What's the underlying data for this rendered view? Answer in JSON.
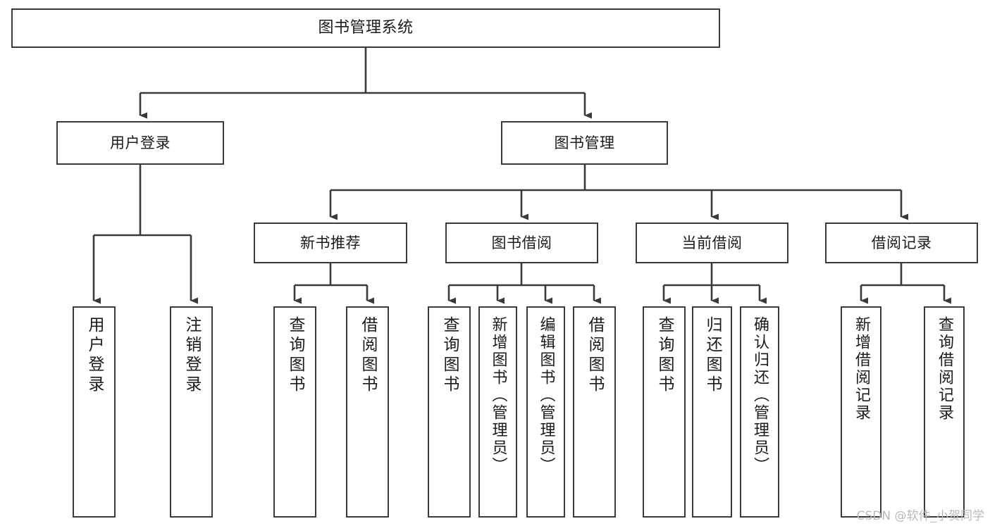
{
  "diagram": {
    "type": "tree-hierarchy-chart",
    "title": "图书管理系统",
    "watermark": "CSDN @软件_小贺同学",
    "colors": {
      "background": "#ffffff",
      "box_border": "#3a3a3a",
      "box_fill": "#ffffff",
      "text": "#1b1b1b",
      "edge": "#3a3a3a",
      "watermark": "#b9b9b9"
    },
    "levels": {
      "level0": "系统",
      "level1": "模块",
      "level2": "子模块",
      "level3": "功能"
    }
  },
  "nodes": {
    "root": {
      "label": "图书管理系统"
    },
    "level1": [
      {
        "id": "user-login",
        "label": "用户登录"
      },
      {
        "id": "book-manage",
        "label": "图书管理"
      }
    ],
    "level2": [
      {
        "id": "new-book-recommend",
        "label": "新书推荐"
      },
      {
        "id": "book-borrow",
        "label": "图书借阅"
      },
      {
        "id": "current-borrow",
        "label": "当前借阅"
      },
      {
        "id": "borrow-record",
        "label": "借阅记录"
      }
    ],
    "leaves": {
      "user_login": [
        {
          "id": "leaf-user-login",
          "label": "用户登录"
        },
        {
          "id": "leaf-logout-login",
          "label": "注销登录"
        }
      ],
      "new_book_recommend": [
        {
          "id": "leaf-query-book-1",
          "label": "查询图书"
        },
        {
          "id": "leaf-borrow-book-1",
          "label": "借阅图书"
        }
      ],
      "book_borrow": [
        {
          "id": "leaf-query-book-2",
          "label": "查询图书"
        },
        {
          "id": "leaf-add-book",
          "label": "新增图书（管理员）"
        },
        {
          "id": "leaf-edit-book",
          "label": "编辑图书（管理员）"
        },
        {
          "id": "leaf-borrow-book-2",
          "label": "借阅图书"
        }
      ],
      "current_borrow": [
        {
          "id": "leaf-query-book-3",
          "label": "查询图书"
        },
        {
          "id": "leaf-return-book",
          "label": "归还图书"
        },
        {
          "id": "leaf-confirm-return",
          "label": "确认归还（管理员）"
        }
      ],
      "borrow_record": [
        {
          "id": "leaf-add-record",
          "label": "新增借阅记录"
        },
        {
          "id": "leaf-query-record",
          "label": "查询借阅记录"
        }
      ]
    }
  }
}
